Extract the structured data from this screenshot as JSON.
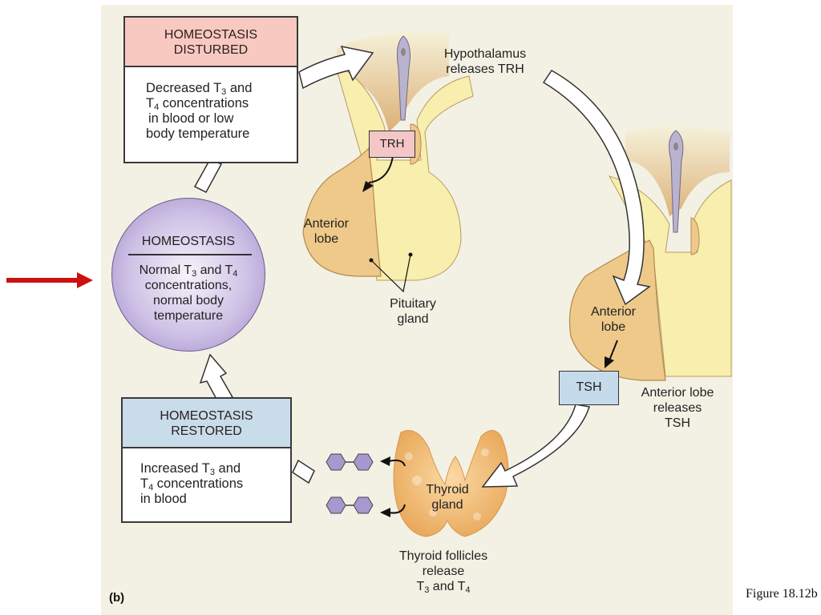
{
  "figure": {
    "caption": "Figure 18.12b",
    "part_label": "(b)"
  },
  "disturbed": {
    "header_line1": "HOMEOSTASIS",
    "header_line2": "DISTURBED",
    "header_color": "#f8c9c0",
    "body": [
      "Decreased T",
      "3",
      " and",
      "T",
      "4",
      " concentrations",
      "in blood or low",
      "body temperature"
    ]
  },
  "homeostasis": {
    "title": "HOMEOSTASIS",
    "line1a": "Normal T",
    "line1sub1": "3",
    "line1b": " and T",
    "line1sub2": "4",
    "line2": "concentrations,",
    "line3": "normal body",
    "line4": "temperature"
  },
  "restored": {
    "header_line1": "HOMEOSTASIS",
    "header_line2": "RESTORED",
    "header_color": "#c9dcea",
    "line1a": "Increased T",
    "line1sub": "3",
    "line1b": " and",
    "line2a": "T",
    "line2sub": "4",
    "line2b": " concentrations",
    "line3": "in blood"
  },
  "hypothalamus": {
    "line1": "Hypothalamus",
    "line2": "releases TRH"
  },
  "trh_tag": {
    "label": "TRH",
    "color": "#f4c6c8"
  },
  "tsh_tag": {
    "label": "TSH",
    "color": "#c5dbeb"
  },
  "pituitary": {
    "anterior_line1": "Anterior",
    "anterior_line2": "lobe",
    "gland_line1": "Pituitary",
    "gland_line2": "gland"
  },
  "pituitary2": {
    "anterior_line1": "Anterior",
    "anterior_line2": "lobe",
    "release_line1": "Anterior lobe",
    "release_line2": "releases",
    "release_line3": "TSH"
  },
  "thyroid": {
    "gland_line1": "Thyroid",
    "gland_line2": "gland",
    "release_line1": "Thyroid follicles",
    "release_line2": "release",
    "release_line3a": "T",
    "release_line3sub1": "3",
    "release_line3b": " and T",
    "release_line3sub2": "4"
  },
  "colors": {
    "pointer_arrow": "#cc1111",
    "hormone_hexagon": "#a798d0",
    "anterior_lobe": "#efc98a",
    "posterior_lobe": "#f8eeae",
    "background": "#f3f1e4"
  }
}
